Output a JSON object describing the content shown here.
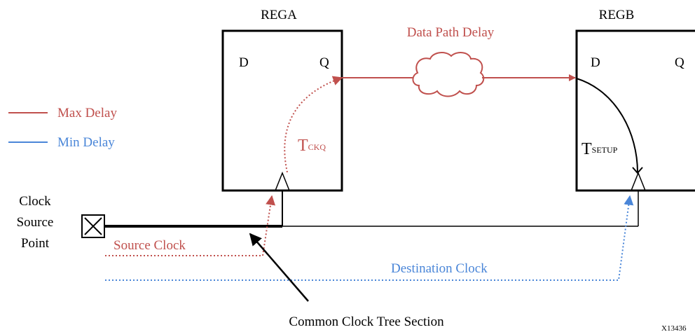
{
  "registers": {
    "rega": {
      "title": "REGA",
      "d": "D",
      "q": "Q"
    },
    "regb": {
      "title": "REGB",
      "d": "D",
      "q": "Q"
    }
  },
  "labels": {
    "data_path_delay": "Data Path Delay",
    "tckq_main": "T",
    "tckq_sub": "CKQ",
    "tsetup_main": "T",
    "tsetup_sub": "SETUP",
    "source_clock": "Source Clock",
    "destination_clock": "Destination Clock",
    "common_clock_tree": "Common Clock Tree Section",
    "figure_id": "X13436"
  },
  "clock_source": {
    "line1": "Clock",
    "line2": "Source",
    "line3": "Point"
  },
  "legend": {
    "max_delay": "Max Delay",
    "min_delay": "Min Delay"
  },
  "colors": {
    "max_delay": "#c0504d",
    "min_delay": "#4a86d8",
    "wire": "#000000"
  }
}
